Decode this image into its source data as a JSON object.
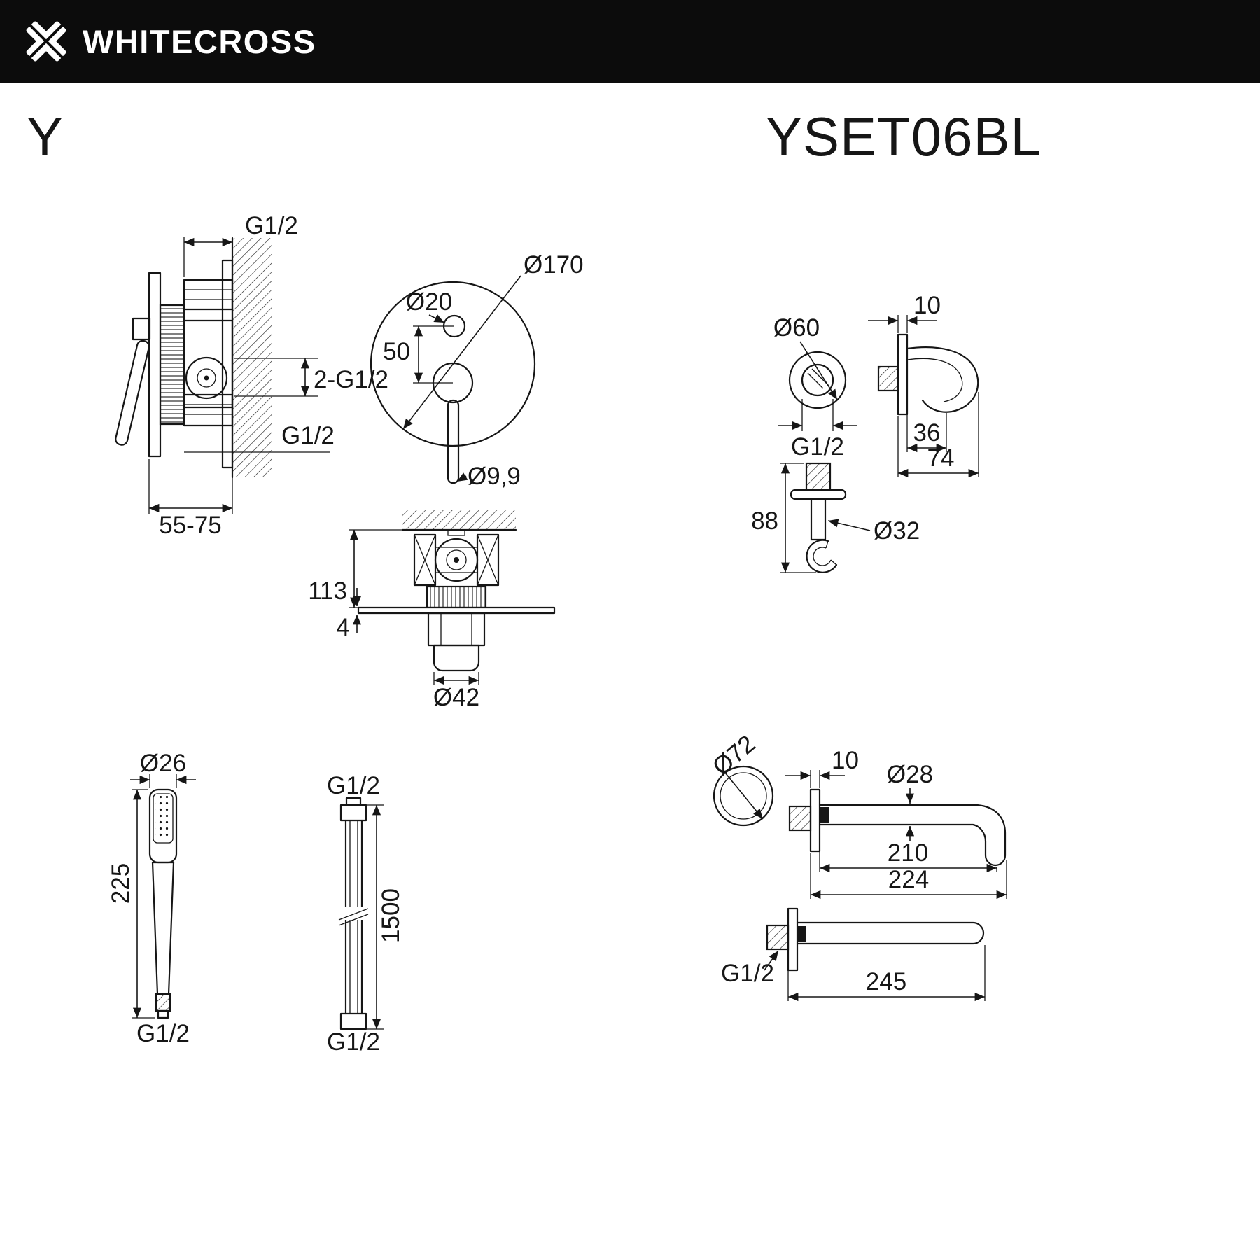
{
  "header": {
    "brand": "WHITECROSS",
    "bg_color": "#0c0c0c"
  },
  "title": {
    "series": "Y",
    "model": "YSET06BL"
  },
  "colors": {
    "line": "#161616",
    "paper": "#ffffff"
  },
  "drawings": {
    "mixer_side": {
      "thread_top": "G1/2",
      "outlets": "2-G1/2",
      "thread_bottom": "G1/2",
      "depth_range": "55-75"
    },
    "mixer_front": {
      "plate_diameter": "Ø170",
      "diverter_diameter": "Ø20",
      "center_spacing": "50",
      "handle_tip_diameter": "Ø9,9"
    },
    "shower_holder": {
      "rosette_diameter": "Ø60",
      "plate_thickness": "10",
      "thread": "G1/2",
      "inset_depth": "36",
      "total_depth": "74",
      "height": "88",
      "stem_diameter": "Ø32"
    },
    "mixer_section": {
      "depth": "113",
      "plate_thickness": "4",
      "trim_diameter": "Ø42"
    },
    "hand_shower": {
      "head_diameter": "Ø26",
      "length": "225",
      "thread": "G1/2"
    },
    "hose": {
      "thread_top": "G1/2",
      "length": "1500",
      "thread_bottom": "G1/2"
    },
    "spout": {
      "rosette_diameter": "Ø72",
      "plate_thickness": "10",
      "tube_diameter": "Ø28",
      "reach": "210",
      "total_length": "224",
      "thread": "G1/2",
      "total_length_2": "245"
    }
  }
}
